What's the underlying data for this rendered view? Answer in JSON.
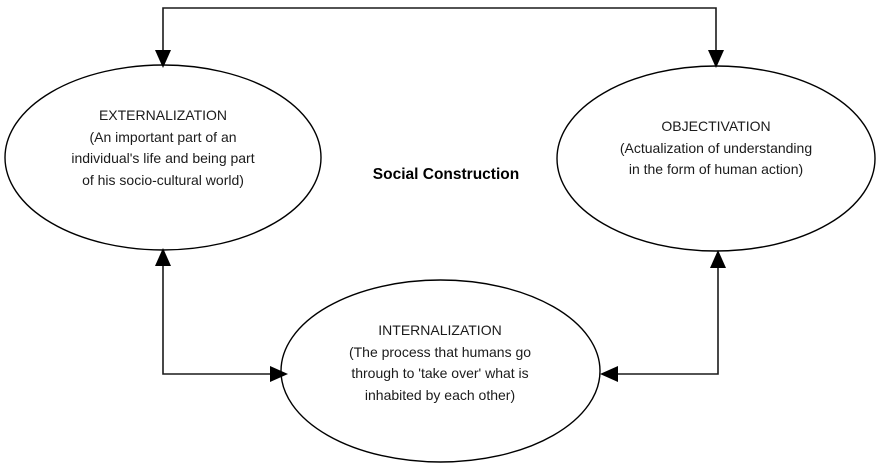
{
  "diagram": {
    "title": "Social Construction",
    "center_label": "Social Construction",
    "nodes": [
      {
        "id": "externalization",
        "heading": "EXTERNALIZATION",
        "description_lines": [
          "(An important part of an",
          "individual's life and being part",
          "of his socio-cultural world)"
        ]
      },
      {
        "id": "objectivation",
        "heading": "OBJECTIVATION",
        "description_lines": [
          "(Actualization of understanding",
          "in the form of human action)"
        ]
      },
      {
        "id": "internalization",
        "heading": "INTERNALIZATION",
        "description_lines": [
          "(The process that humans go",
          "through to 'take over' what is",
          "inhabited by each other)"
        ]
      }
    ],
    "connectors": [
      {
        "id": "top-bus-to-externalization",
        "from": "top-bus",
        "to": "externalization",
        "direction": "down",
        "label": ""
      },
      {
        "id": "top-bus-to-objectivation",
        "from": "top-bus",
        "to": "objectivation",
        "direction": "down",
        "label": ""
      },
      {
        "id": "internalization-to-externalization",
        "from": "internalization",
        "to": "externalization",
        "direction": "up",
        "label": ""
      },
      {
        "id": "left-elbow-to-internalization",
        "from": "externalization-branch",
        "to": "internalization",
        "direction": "right",
        "label": ""
      },
      {
        "id": "objectivation-branch-up",
        "from": "right-elbow",
        "to": "objectivation",
        "direction": "up",
        "label": ""
      },
      {
        "id": "objectivation-to-internalization",
        "from": "objectivation-branch",
        "to": "internalization",
        "direction": "left",
        "label": ""
      }
    ],
    "colors": {
      "stroke": "#000000",
      "background": "#ffffff",
      "text": "#1b1b1b"
    }
  }
}
